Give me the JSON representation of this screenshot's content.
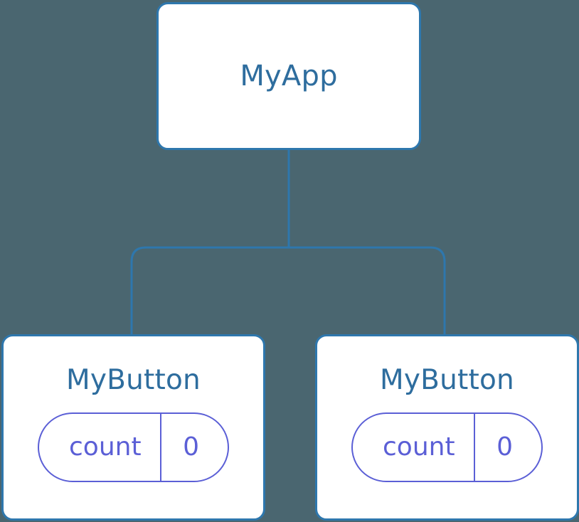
{
  "diagram": {
    "type": "component-tree",
    "background_color": "#4a6670",
    "node_border_color": "#2e77ad",
    "node_title_color": "#2e6d9e",
    "state_pill_color": "#5b5fd6",
    "edge_color": "#2e77ad"
  },
  "root": {
    "title": "MyApp"
  },
  "children": [
    {
      "title": "MyButton",
      "state": {
        "key": "count",
        "value": "0"
      }
    },
    {
      "title": "MyButton",
      "state": {
        "key": "count",
        "value": "0"
      }
    }
  ]
}
